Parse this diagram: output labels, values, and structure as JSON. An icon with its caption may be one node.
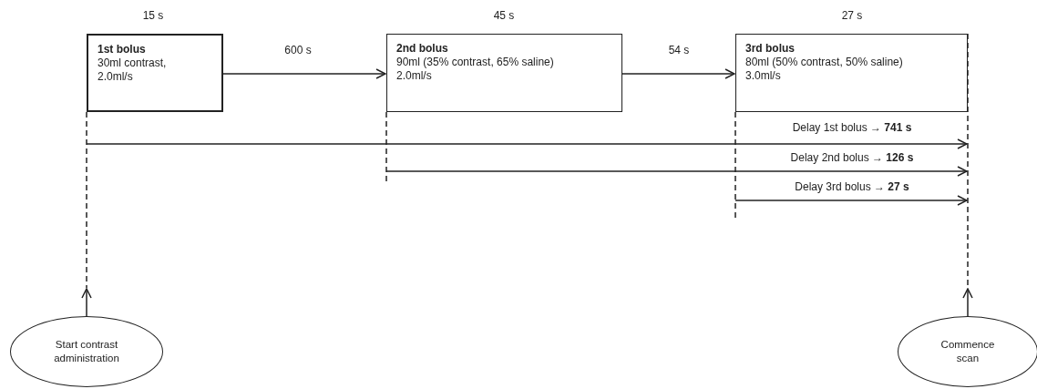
{
  "diagram": {
    "nodes": [
      {
        "text": [
          "1st bolus",
          "30ml contrast, 2.0ml/s"
        ],
        "beside": [
          "15 s"
        ]
      },
      {
        "text": [
          "2nd bolus",
          "90ml (35% contrast, 65% saline) 2.0ml/s"
        ],
        "beside": [
          "45 s"
        ]
      },
      {
        "text": [
          "3rd bolus",
          "80ml (50% contrast, 50% saline) 3.0ml/s"
        ],
        "beside": [
          "27 s"
        ]
      },
      {
        "text": [
          "Start contrast administration"
        ]
      },
      {
        "text": [
          "Commence scan"
        ]
      }
    ],
    "edges": [
      {
        "from": 0,
        "to": 1,
        "arrow": "to",
        "label": "600 s"
      },
      {
        "from": 1,
        "to": 2,
        "arrow": "to",
        "label": "54 s"
      },
      {
        "from": 3,
        "to": null,
        "arrow": "to"
      },
      {
        "from": 4,
        "to": null,
        "arrow": "to"
      }
    ],
    "labels": [
      "Delay 1st bolus → **741 s**",
      "Delay 2nd bolus → **126 s**",
      "Delay 3rd bolus → **27 s**"
    ]
  }
}
